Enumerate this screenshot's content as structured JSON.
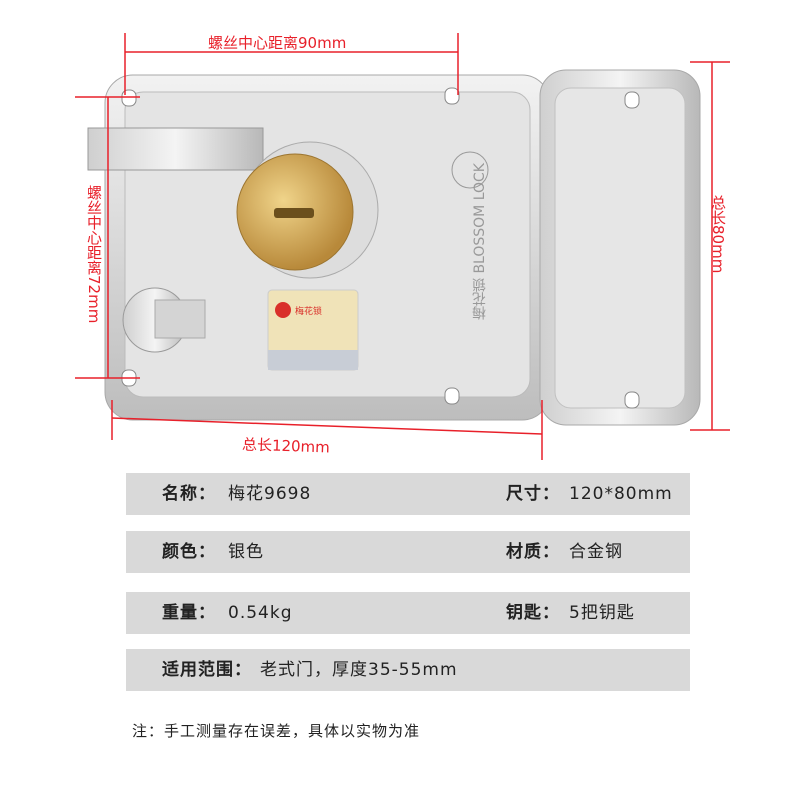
{
  "dimensions": {
    "top": "螺丝中心距离90mm",
    "left": "螺丝中心距离72mm",
    "right": "总长80mm",
    "bottom": "总长120mm"
  },
  "product_label_logo": "梅花锁 BLOSSOM LOCK",
  "specs": [
    {
      "label": "名称：",
      "value": "梅花9698",
      "label2": "尺寸：",
      "value2": "120*80mm"
    },
    {
      "label": "颜色：",
      "value": "银色",
      "label2": "材质：",
      "value2": "合金钢"
    },
    {
      "label": "重量：",
      "value": "0.54kg",
      "label2": "钥匙：",
      "value2": "5把钥匙"
    },
    {
      "label": "适用范围：",
      "value": "老式门，厚度35-55mm"
    }
  ],
  "note": "注：手工测量存在误差，具体以实物为准",
  "colors": {
    "dimension": "#e8202a",
    "row_bg": "#d9d9d9",
    "brass": "#c9a24a"
  }
}
